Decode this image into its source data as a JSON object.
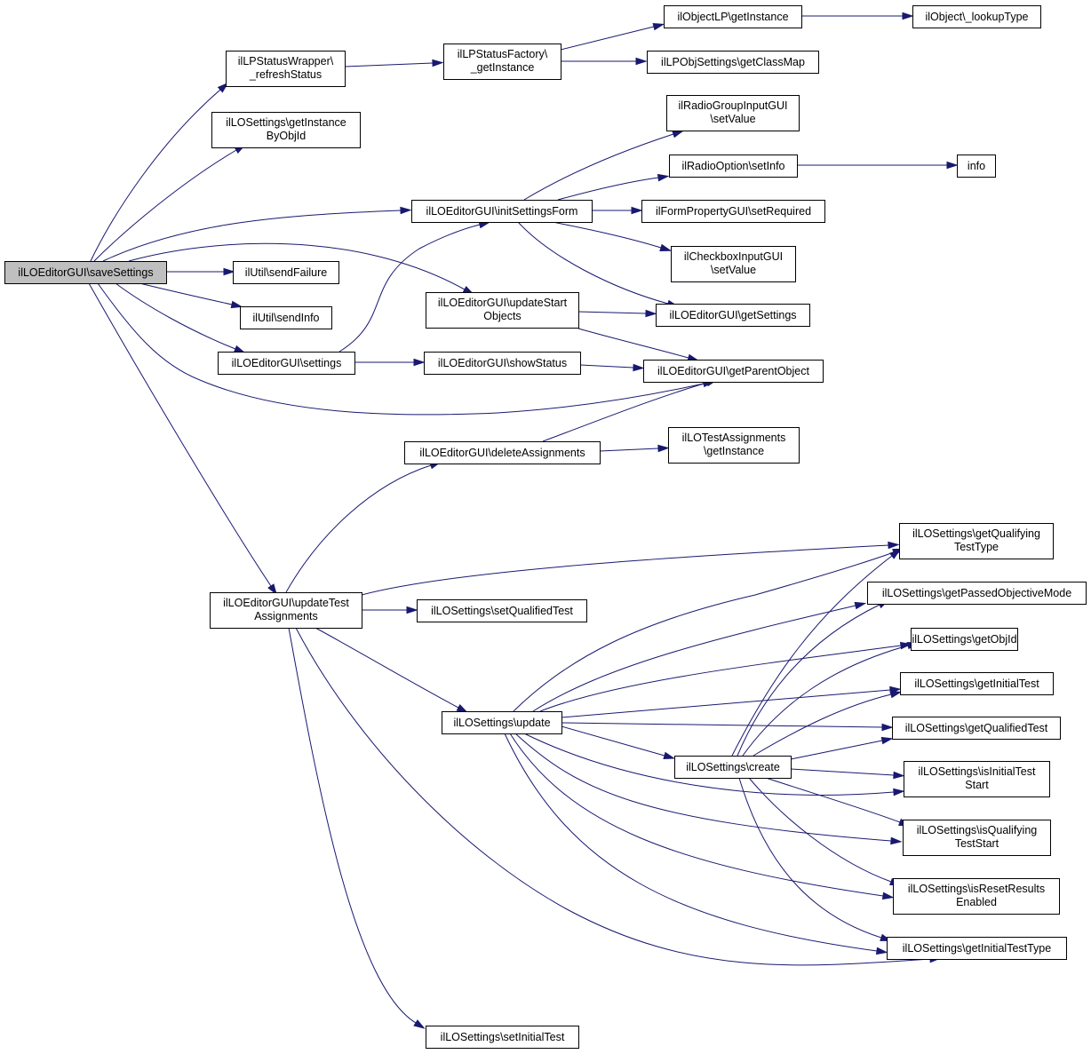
{
  "diagram": {
    "nodes": [
      {
        "id": "saveSettings",
        "lines": [
          "ilLOEditorGUI\\saveSettings"
        ],
        "root": true
      },
      {
        "id": "refreshStatus",
        "lines": [
          "ilLPStatusWrapper\\",
          "_refreshStatus"
        ]
      },
      {
        "id": "lpFactoryGetInstance",
        "lines": [
          "ilLPStatusFactory\\",
          "_getInstance"
        ]
      },
      {
        "id": "objectLPGetInstance",
        "lines": [
          "ilObjectLP\\getInstance"
        ]
      },
      {
        "id": "lookupType",
        "lines": [
          "ilObject\\_lookupType"
        ]
      },
      {
        "id": "getClassMap",
        "lines": [
          "ilLPObjSettings\\getClassMap"
        ]
      },
      {
        "id": "loSettingsGetInstanceByObjId",
        "lines": [
          "ilLOSettings\\getInstance",
          "ByObjId"
        ]
      },
      {
        "id": "radioGroupSetValue",
        "lines": [
          "ilRadioGroupInputGUI",
          "\\setValue"
        ]
      },
      {
        "id": "radioOptionSetInfo",
        "lines": [
          "ilRadioOption\\setInfo"
        ]
      },
      {
        "id": "info",
        "lines": [
          "info"
        ]
      },
      {
        "id": "initSettingsForm",
        "lines": [
          "ilLOEditorGUI\\initSettingsForm"
        ]
      },
      {
        "id": "setRequired",
        "lines": [
          "ilFormPropertyGUI\\setRequired"
        ]
      },
      {
        "id": "checkboxSetValue",
        "lines": [
          "ilCheckboxInputGUI",
          "\\setValue"
        ]
      },
      {
        "id": "sendFailure",
        "lines": [
          "ilUtil\\sendFailure"
        ]
      },
      {
        "id": "updateStartObjects",
        "lines": [
          "ilLOEditorGUI\\updateStart",
          "Objects"
        ]
      },
      {
        "id": "getSettings",
        "lines": [
          "ilLOEditorGUI\\getSettings"
        ]
      },
      {
        "id": "sendInfo",
        "lines": [
          "ilUtil\\sendInfo"
        ]
      },
      {
        "id": "settings",
        "lines": [
          "ilLOEditorGUI\\settings"
        ]
      },
      {
        "id": "showStatus",
        "lines": [
          "ilLOEditorGUI\\showStatus"
        ]
      },
      {
        "id": "getParentObject",
        "lines": [
          "ilLOEditorGUI\\getParentObject"
        ]
      },
      {
        "id": "deleteAssignments",
        "lines": [
          "ilLOEditorGUI\\deleteAssignments"
        ]
      },
      {
        "id": "testAssignmentsGetInstance",
        "lines": [
          "ilLOTestAssignments",
          "\\getInstance"
        ]
      },
      {
        "id": "getQualifyingTestType",
        "lines": [
          "ilLOSettings\\getQualifying",
          "TestType"
        ]
      },
      {
        "id": "getPassedObjectiveMode",
        "lines": [
          "ilLOSettings\\getPassedObjectiveMode"
        ]
      },
      {
        "id": "getObjId",
        "lines": [
          "ilLOSettings\\getObjId"
        ]
      },
      {
        "id": "updateTestAssignments",
        "lines": [
          "ilLOEditorGUI\\updateTest",
          "Assignments"
        ]
      },
      {
        "id": "setQualifiedTest",
        "lines": [
          "ilLOSettings\\setQualifiedTest"
        ]
      },
      {
        "id": "getInitialTest",
        "lines": [
          "ilLOSettings\\getInitialTest"
        ]
      },
      {
        "id": "update",
        "lines": [
          "ilLOSettings\\update"
        ]
      },
      {
        "id": "getQualifiedTest",
        "lines": [
          "ilLOSettings\\getQualifiedTest"
        ]
      },
      {
        "id": "create",
        "lines": [
          "ilLOSettings\\create"
        ]
      },
      {
        "id": "isInitialTestStart",
        "lines": [
          "ilLOSettings\\isInitialTest",
          "Start"
        ]
      },
      {
        "id": "isQualifyingTestStart",
        "lines": [
          "ilLOSettings\\isQualifying",
          "TestStart"
        ]
      },
      {
        "id": "isResetResultsEnabled",
        "lines": [
          "ilLOSettings\\isResetResults",
          "Enabled"
        ]
      },
      {
        "id": "getInitialTestType",
        "lines": [
          "ilLOSettings\\getInitialTestType"
        ]
      },
      {
        "id": "setInitialTest",
        "lines": [
          "ilLOSettings\\setInitialTest"
        ]
      }
    ],
    "edges": [
      [
        "saveSettings",
        "refreshStatus"
      ],
      [
        "saveSettings",
        "loSettingsGetInstanceByObjId"
      ],
      [
        "saveSettings",
        "initSettingsForm"
      ],
      [
        "saveSettings",
        "updateStartObjects"
      ],
      [
        "saveSettings",
        "sendFailure"
      ],
      [
        "saveSettings",
        "sendInfo"
      ],
      [
        "saveSettings",
        "settings"
      ],
      [
        "saveSettings",
        "getParentObject"
      ],
      [
        "saveSettings",
        "updateTestAssignments"
      ],
      [
        "refreshStatus",
        "lpFactoryGetInstance"
      ],
      [
        "lpFactoryGetInstance",
        "objectLPGetInstance"
      ],
      [
        "lpFactoryGetInstance",
        "getClassMap"
      ],
      [
        "objectLPGetInstance",
        "lookupType"
      ],
      [
        "initSettingsForm",
        "radioGroupSetValue"
      ],
      [
        "initSettingsForm",
        "radioOptionSetInfo"
      ],
      [
        "initSettingsForm",
        "setRequired"
      ],
      [
        "initSettingsForm",
        "checkboxSetValue"
      ],
      [
        "initSettingsForm",
        "getSettings"
      ],
      [
        "radioOptionSetInfo",
        "info"
      ],
      [
        "updateStartObjects",
        "getSettings"
      ],
      [
        "updateStartObjects",
        "getParentObject"
      ],
      [
        "settings",
        "initSettingsForm"
      ],
      [
        "settings",
        "showStatus"
      ],
      [
        "showStatus",
        "getParentObject"
      ],
      [
        "deleteAssignments",
        "getParentObject"
      ],
      [
        "deleteAssignments",
        "testAssignmentsGetInstance"
      ],
      [
        "updateTestAssignments",
        "deleteAssignments"
      ],
      [
        "updateTestAssignments",
        "getQualifyingTestType"
      ],
      [
        "updateTestAssignments",
        "setQualifiedTest"
      ],
      [
        "updateTestAssignments",
        "update"
      ],
      [
        "updateTestAssignments",
        "getInitialTestType"
      ],
      [
        "updateTestAssignments",
        "setInitialTest"
      ],
      [
        "update",
        "getQualifyingTestType"
      ],
      [
        "update",
        "getPassedObjectiveMode"
      ],
      [
        "update",
        "getObjId"
      ],
      [
        "update",
        "getInitialTest"
      ],
      [
        "update",
        "getQualifiedTest"
      ],
      [
        "update",
        "create"
      ],
      [
        "update",
        "isInitialTestStart"
      ],
      [
        "update",
        "isQualifyingTestStart"
      ],
      [
        "update",
        "isResetResultsEnabled"
      ],
      [
        "update",
        "getInitialTestType"
      ],
      [
        "create",
        "getQualifyingTestType"
      ],
      [
        "create",
        "getPassedObjectiveMode"
      ],
      [
        "create",
        "getObjId"
      ],
      [
        "create",
        "getInitialTest"
      ],
      [
        "create",
        "getQualifiedTest"
      ],
      [
        "create",
        "isInitialTestStart"
      ],
      [
        "create",
        "isQualifyingTestStart"
      ],
      [
        "create",
        "isResetResultsEnabled"
      ],
      [
        "create",
        "getInitialTestType"
      ]
    ]
  }
}
